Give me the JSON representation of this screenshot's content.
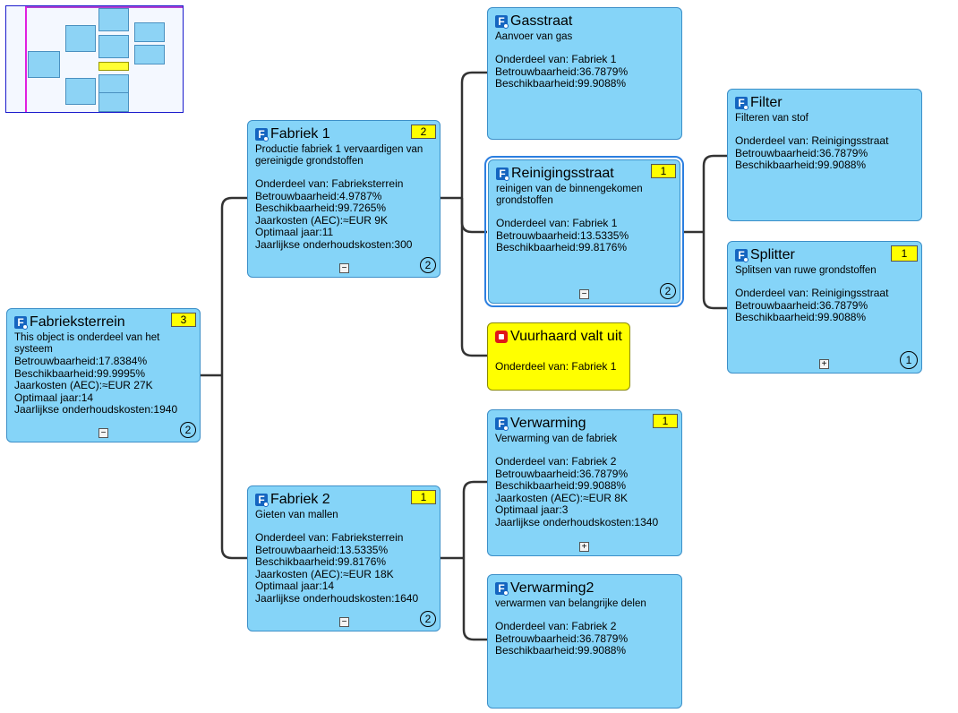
{
  "nodes": {
    "fabrieksterrein": {
      "title": "Fabrieksterrein",
      "badge": "3",
      "count": "2",
      "toggle": "−",
      "description": "This object is onderdeel van het systeem",
      "attributes": [
        "Betrouwbaarheid:17.8384%",
        "Beschikbaarheid:99.9995%",
        "Jaarkosten (AEC):≈EUR 27K",
        "Optimaal jaar:14",
        "Jaarlijkse onderhoudskosten:1940"
      ]
    },
    "fabriek1": {
      "title": "Fabriek 1",
      "badge": "2",
      "count": "2",
      "toggle": "−",
      "description": "Productie fabriek 1 vervaardigen van gereinigde grondstoffen",
      "attributes": [
        "Onderdeel van: Fabrieksterrein",
        "Betrouwbaarheid:4.9787%",
        "Beschikbaarheid:99.7265%",
        "Jaarkosten (AEC):≈EUR 9K",
        "Optimaal jaar:11",
        "Jaarlijkse onderhoudskosten:300"
      ]
    },
    "fabriek2": {
      "title": "Fabriek 2",
      "badge": "1",
      "count": "2",
      "toggle": "−",
      "description": "Gieten van mallen",
      "attributes": [
        "Onderdeel van: Fabrieksterrein",
        "Betrouwbaarheid:13.5335%",
        "Beschikbaarheid:99.8176%",
        "Jaarkosten (AEC):≈EUR 18K",
        "Optimaal jaar:14",
        "Jaarlijkse onderhoudskosten:1640"
      ]
    },
    "gasstraat": {
      "title": "Gasstraat",
      "description": "Aanvoer van gas",
      "attributes": [
        "Onderdeel van: Fabriek 1",
        "Betrouwbaarheid:36.7879%",
        "Beschikbaarheid:99.9088%"
      ]
    },
    "reinigingsstraat": {
      "title": "Reinigingsstraat",
      "badge": "1",
      "count": "2",
      "toggle": "−",
      "description": "reinigen van de binnengekomen grondstoffen",
      "attributes": [
        "Onderdeel van: Fabriek 1",
        "Betrouwbaarheid:13.5335%",
        "Beschikbaarheid:99.8176%"
      ]
    },
    "vuurhaard": {
      "title": "Vuurhaard valt uit",
      "description": "",
      "attributes": [
        "Onderdeel van: Fabriek 1"
      ]
    },
    "verwarming": {
      "title": "Verwarming",
      "badge": "1",
      "toggle": "+",
      "description": "Verwarming van de fabriek",
      "attributes": [
        "Onderdeel van: Fabriek 2",
        "Betrouwbaarheid:36.7879%",
        "Beschikbaarheid:99.9088%",
        "Jaarkosten (AEC):≈EUR 8K",
        "Optimaal jaar:3",
        "Jaarlijkse onderhoudskosten:1340"
      ]
    },
    "verwarming2": {
      "title": "Verwarming2",
      "description": "verwarmen van belangrijke delen",
      "attributes": [
        "Onderdeel van: Fabriek 2",
        "Betrouwbaarheid:36.7879%",
        "Beschikbaarheid:99.9088%"
      ]
    },
    "filter": {
      "title": "Filter",
      "description": "Filteren van stof",
      "attributes": [
        "Onderdeel van: Reinigingsstraat",
        "Betrouwbaarheid:36.7879%",
        "Beschikbaarheid:99.9088%"
      ]
    },
    "splitter": {
      "title": "Splitter",
      "badge": "1",
      "count": "1",
      "toggle": "+",
      "description": "Splitsen van ruwe grondstoffen",
      "attributes": [
        "Onderdeel van: Reinigingsstraat",
        "Betrouwbaarheid:36.7879%",
        "Beschikbaarheid:99.9088%"
      ]
    }
  },
  "colors": {
    "node_fill": "#85d4f8",
    "node_border": "#3c8fc8",
    "event_fill": "#ffff00",
    "badge_fill": "#ffff00",
    "connector": "#333333",
    "selection": "#2c7fe0"
  },
  "icons": {
    "object": "function-block-icon",
    "event": "event-cube-icon"
  }
}
